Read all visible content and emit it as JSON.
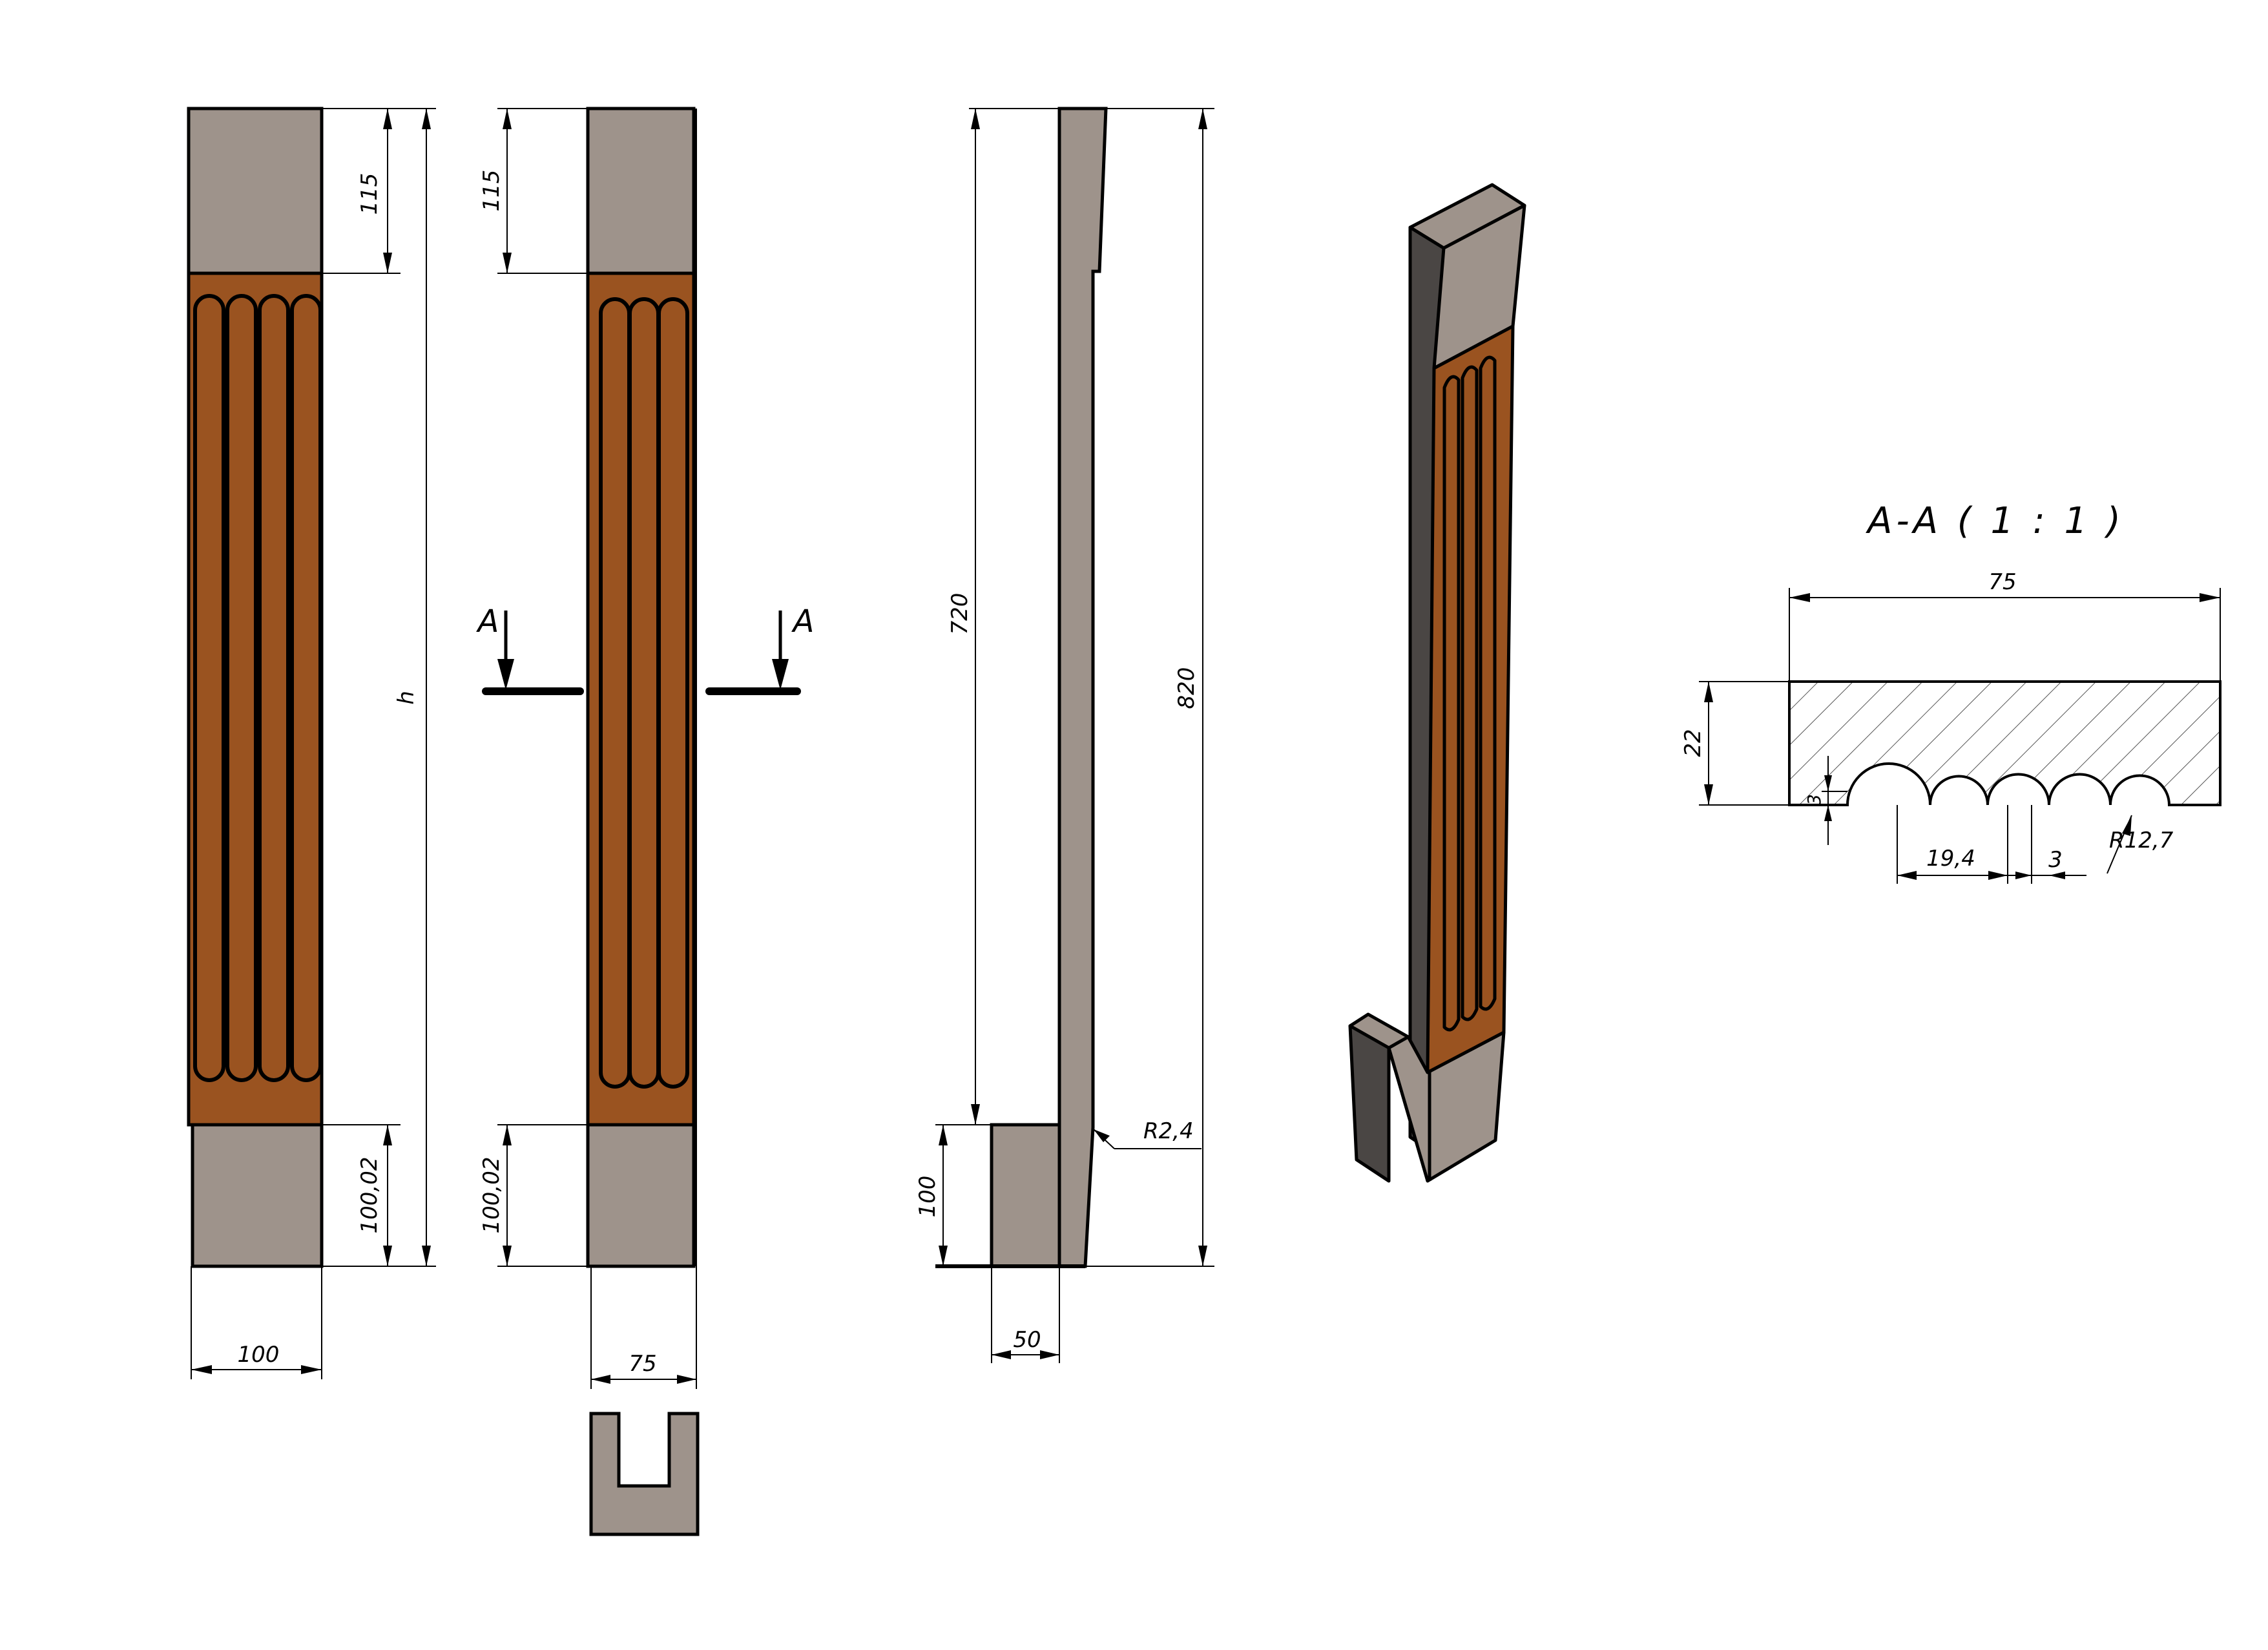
{
  "colors": {
    "stone": "#9e938b",
    "wood": "#9a5320",
    "wood_light": "#b2652b",
    "dark_side": "#4a4644",
    "outline": "#000000"
  },
  "front_view": {
    "dim_top": "115",
    "dim_height": "h",
    "dim_bottom": "100,02",
    "dim_width": "100"
  },
  "section_view_marks": {
    "dim_top": "115",
    "dim_bottom": "100,02",
    "dim_width": "75",
    "cut_label_left": "A",
    "cut_label_right": "A"
  },
  "side_view": {
    "dim_720": "720",
    "dim_820": "820",
    "dim_radius": "R2,4",
    "dim_base_height": "100",
    "dim_base_width": "50"
  },
  "section_detail": {
    "title": "A-A ( 1 : 1 )",
    "dim_width": "75",
    "dim_thickness": "22",
    "dim_depth": "3",
    "dim_pitch": "19,4",
    "dim_gap": "3",
    "dim_radius": "R12,7"
  }
}
